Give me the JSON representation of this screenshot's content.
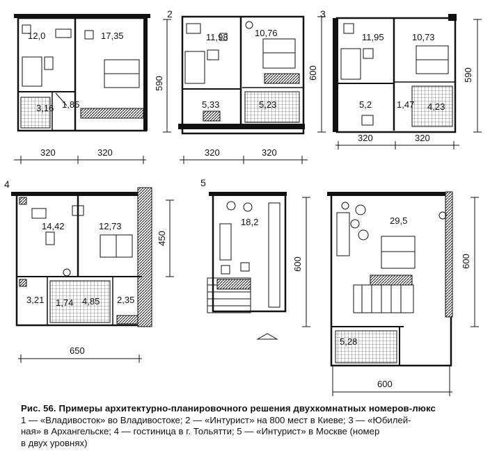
{
  "plans": [
    {
      "id": "1",
      "number": "",
      "areas": [
        "12,0",
        "17,35",
        "3,16",
        "1,85"
      ],
      "widths": [
        "320",
        "320"
      ],
      "depth": "590"
    },
    {
      "id": "2",
      "number": "2",
      "areas": [
        "11,98",
        "10,76",
        "5,33",
        "5,23"
      ],
      "widths": [
        "320",
        "320"
      ],
      "depth": "600"
    },
    {
      "id": "3",
      "number": "3",
      "areas": [
        "11,95",
        "10,73",
        "5,2",
        "1,47",
        "4,23"
      ],
      "widths": [
        "320",
        "320"
      ],
      "depth": "590"
    },
    {
      "id": "4",
      "number": "4",
      "areas": [
        "14,42",
        "12,73",
        "3,21",
        "1,74",
        "4,85",
        "2,35"
      ],
      "width": "650",
      "depth": "450"
    },
    {
      "id": "5",
      "number": "5",
      "areas": [
        "18,2",
        "29,5",
        "5,28"
      ],
      "width": "600",
      "depth_left": "600",
      "depth_right": "600"
    }
  ],
  "caption": {
    "title": "Рис. 56. Примеры архитектурно-планировочного решения двухкомнатных номеров-люкс",
    "line2": "1 — «Владивосток» во Владивостоке; 2 — «Интурист» на 800 мест в Киеве; 3 — «Юбилей-",
    "line3": "ная» в Архангельске; 4 — гостиница в г. Тольятти; 5 — «Интурист» в Москве (номер",
    "line4": "в двух уровнях)"
  }
}
